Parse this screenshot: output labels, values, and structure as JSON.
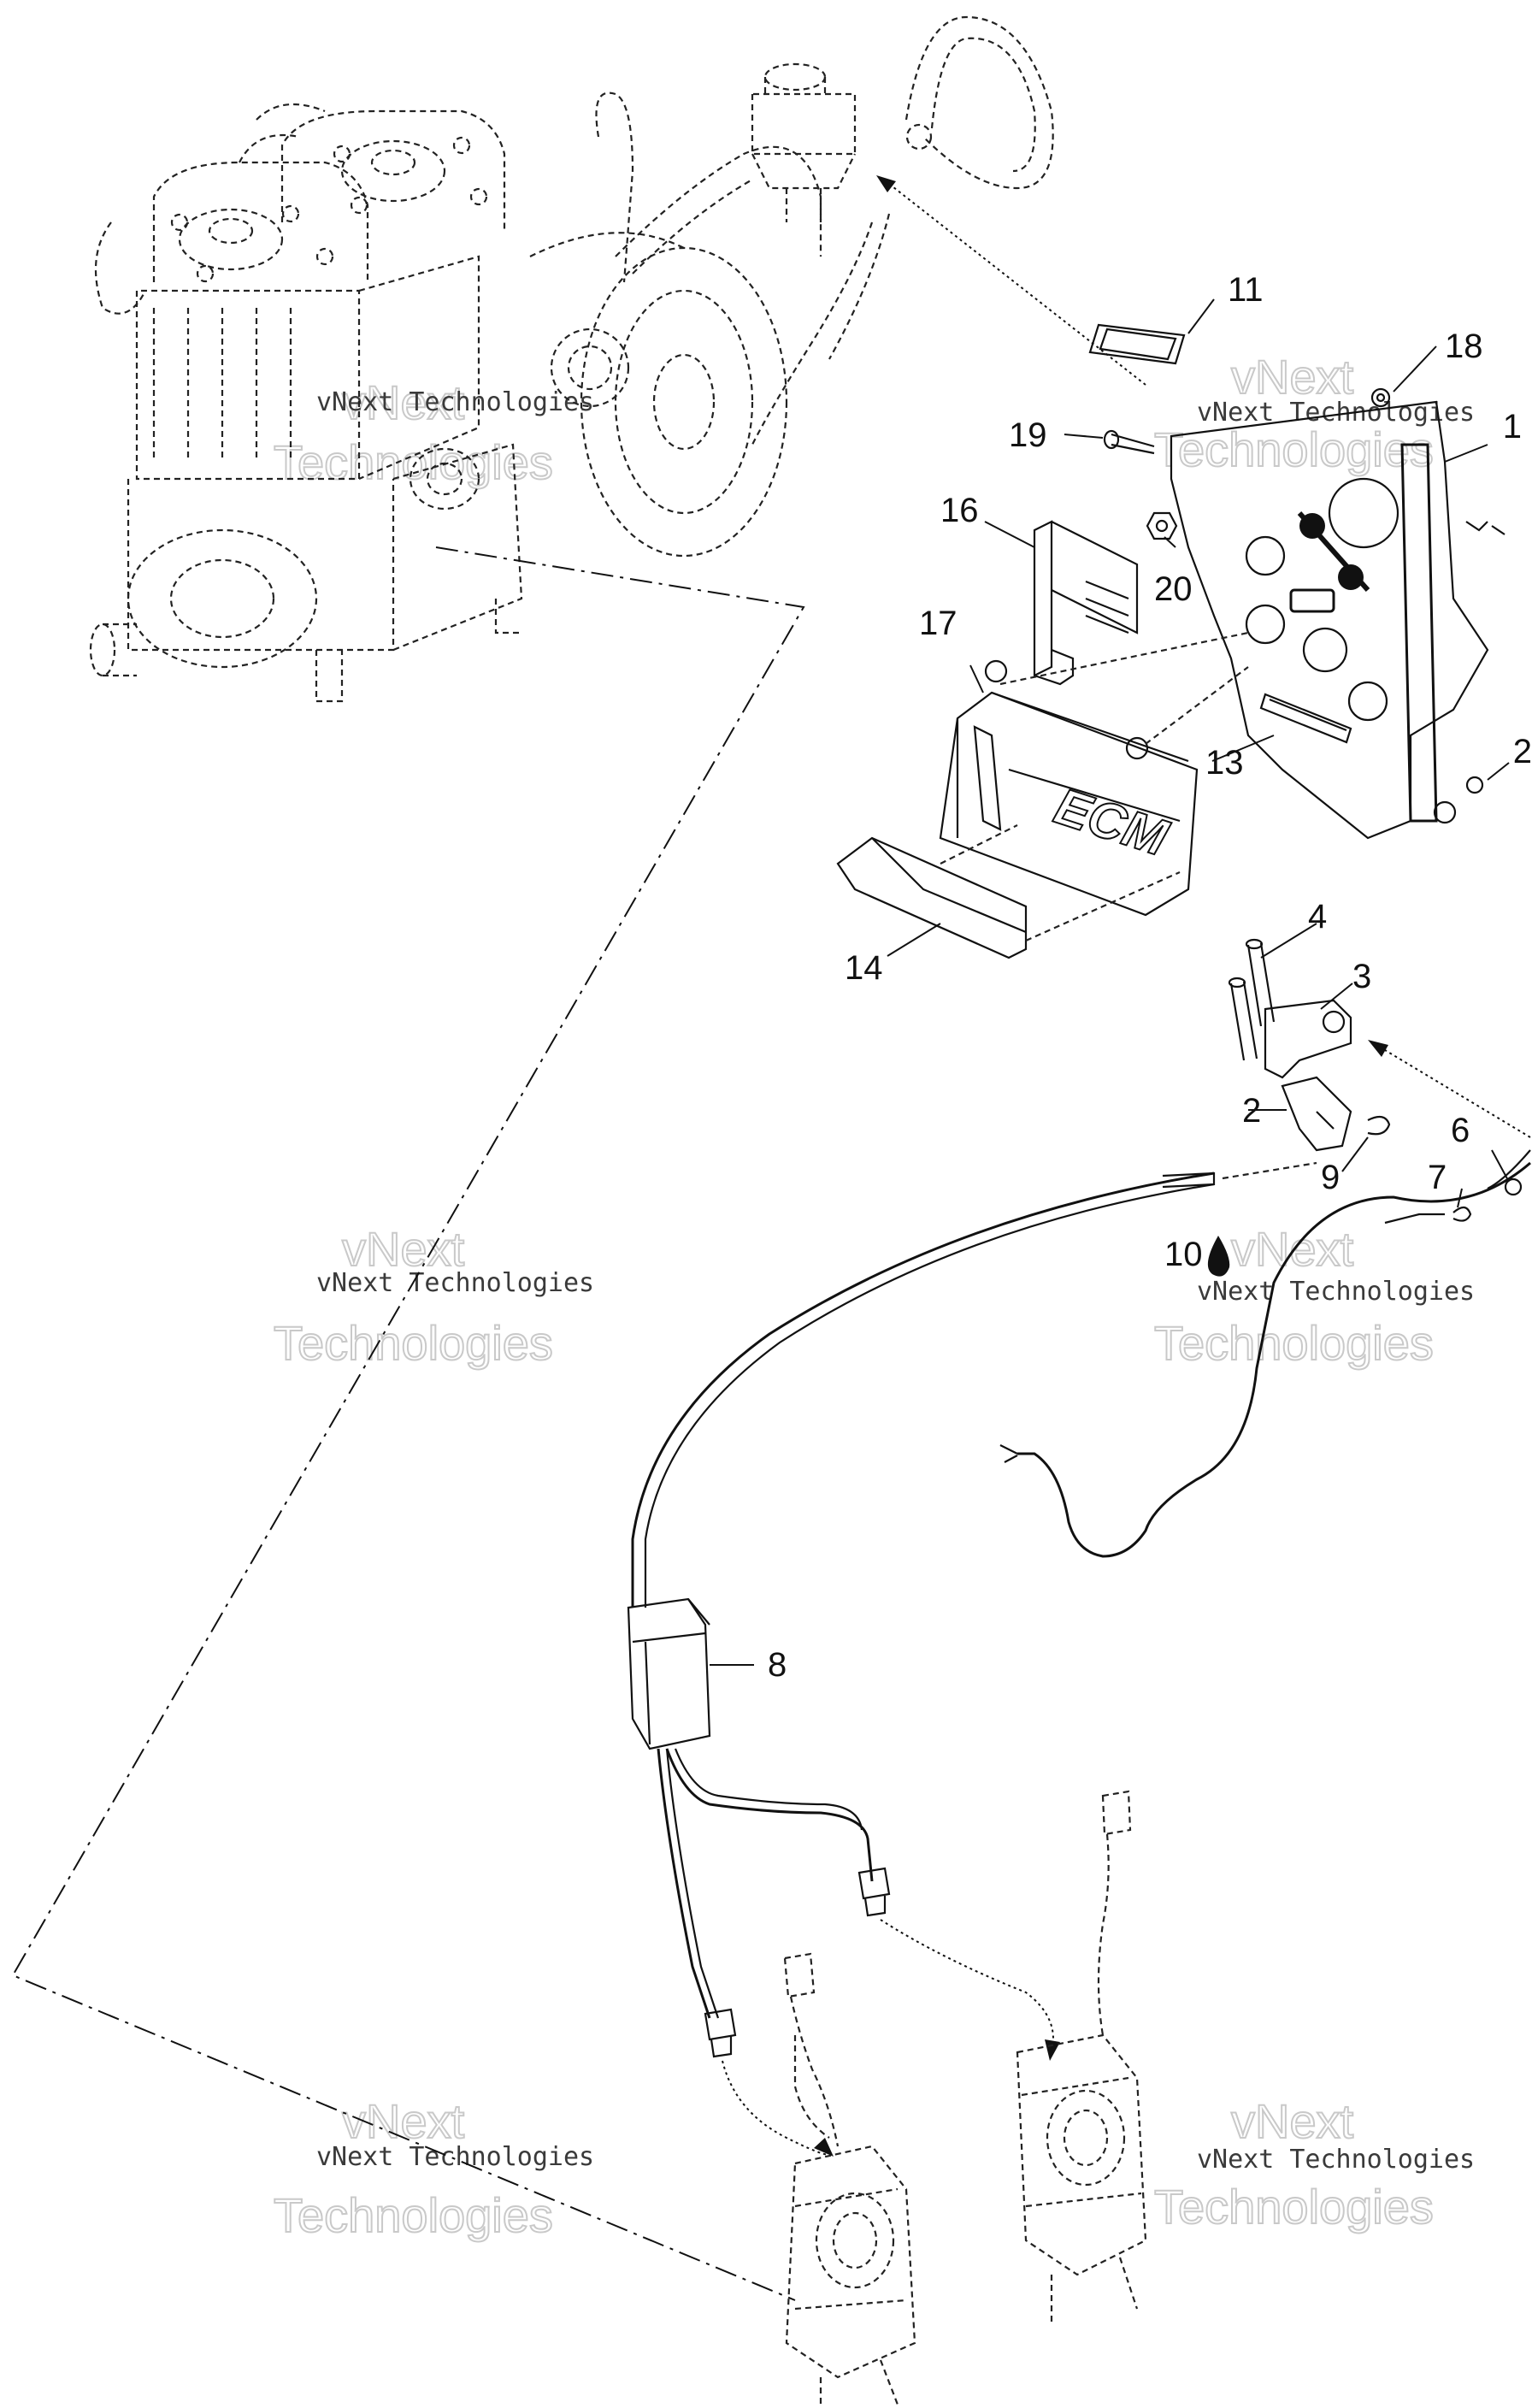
{
  "diagram": {
    "callouts": [
      {
        "id": "1",
        "label": "1"
      },
      {
        "id": "2",
        "label": "2"
      },
      {
        "id": "2b",
        "label": "2"
      },
      {
        "id": "3",
        "label": "3"
      },
      {
        "id": "4",
        "label": "4"
      },
      {
        "id": "6",
        "label": "6"
      },
      {
        "id": "7",
        "label": "7"
      },
      {
        "id": "8",
        "label": "8"
      },
      {
        "id": "9",
        "label": "9"
      },
      {
        "id": "10",
        "label": "10"
      },
      {
        "id": "11",
        "label": "11"
      },
      {
        "id": "13",
        "label": "13"
      },
      {
        "id": "14",
        "label": "14"
      },
      {
        "id": "16",
        "label": "16"
      },
      {
        "id": "17",
        "label": "17"
      },
      {
        "id": "18",
        "label": "18"
      },
      {
        "id": "19",
        "label": "19"
      },
      {
        "id": "20",
        "label": "20"
      }
    ],
    "watermark": {
      "line1": "vNext",
      "line2": "vNext Technologies",
      "line3": "Technologies"
    },
    "colors": {
      "line": "#111111",
      "watermark": "#c9c9c9"
    }
  }
}
